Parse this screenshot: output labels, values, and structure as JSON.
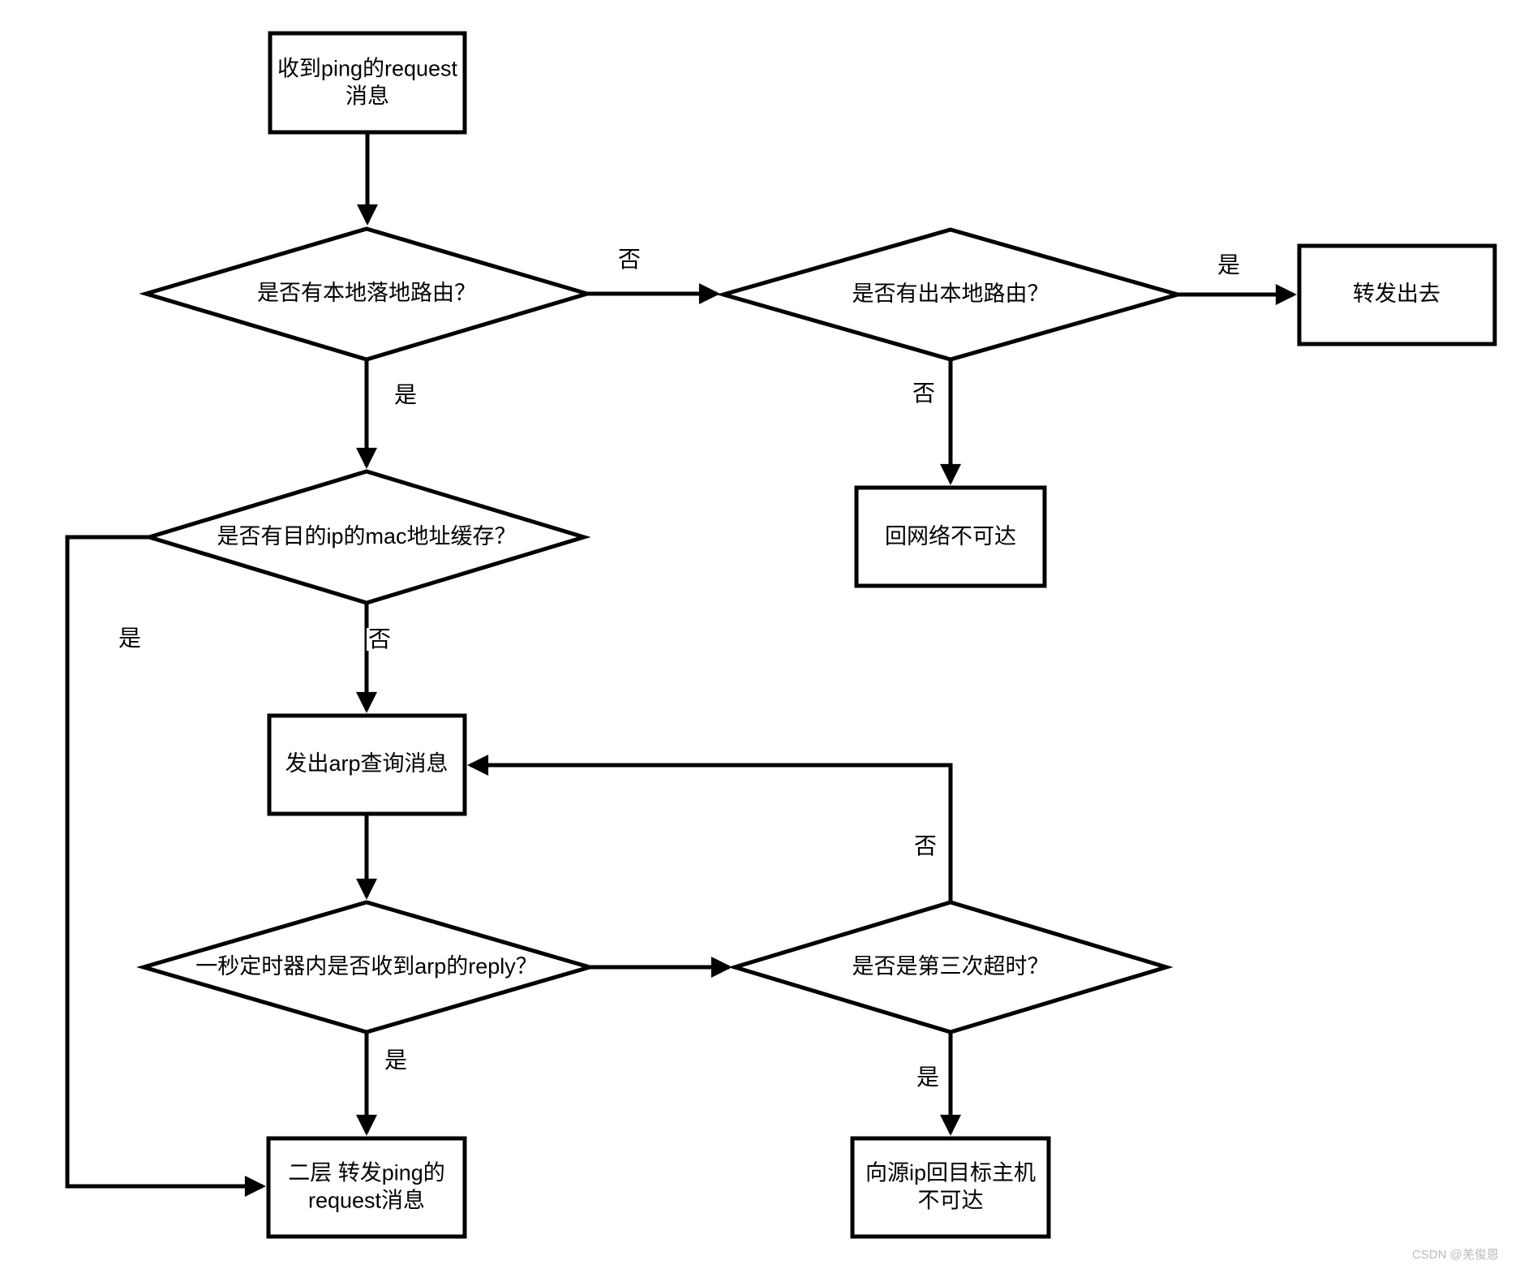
{
  "diagram": {
    "type": "flowchart",
    "language": "zh-CN",
    "colors": {
      "line": "#000000",
      "background": "#ffffff",
      "watermark_text": "#b9b9b9"
    },
    "nodes": [
      {
        "id": "start",
        "type": "process",
        "label": "收到ping的request消息"
      },
      {
        "id": "has_local_route",
        "type": "decision",
        "label": "是否有本地落地路由？"
      },
      {
        "id": "has_out_route",
        "type": "decision",
        "label": "是否有出本地路由？"
      },
      {
        "id": "forward_out",
        "type": "process",
        "label": "转发出去"
      },
      {
        "id": "net_unreachable",
        "type": "process",
        "label": "回网络不可达"
      },
      {
        "id": "has_mac_cache",
        "type": "decision",
        "label": "是否有目的ip的mac地址缓存？"
      },
      {
        "id": "send_arp",
        "type": "process",
        "label": "发出arp查询消息"
      },
      {
        "id": "arp_reply_timer",
        "type": "decision",
        "label": "一秒定时器内是否收到arp的reply？"
      },
      {
        "id": "third_timeout",
        "type": "decision",
        "label": "是否是第三次超时？"
      },
      {
        "id": "l2_forward",
        "type": "process",
        "label": "二层 转发ping的request消息"
      },
      {
        "id": "host_unreachable",
        "type": "process",
        "label": "向源ip回目标主机不可达"
      }
    ],
    "edges": [
      {
        "from": "start",
        "to": "has_local_route",
        "label": ""
      },
      {
        "from": "has_local_route",
        "to": "has_out_route",
        "label": "否"
      },
      {
        "from": "has_local_route",
        "to": "has_mac_cache",
        "label": "是"
      },
      {
        "from": "has_out_route",
        "to": "forward_out",
        "label": "是"
      },
      {
        "from": "has_out_route",
        "to": "net_unreachable",
        "label": "否"
      },
      {
        "from": "has_mac_cache",
        "to": "send_arp",
        "label": "否"
      },
      {
        "from": "has_mac_cache",
        "to": "l2_forward",
        "label": "是"
      },
      {
        "from": "send_arp",
        "to": "arp_reply_timer",
        "label": ""
      },
      {
        "from": "arp_reply_timer",
        "to": "l2_forward",
        "label": "是"
      },
      {
        "from": "arp_reply_timer",
        "to": "third_timeout",
        "label": ""
      },
      {
        "from": "third_timeout",
        "to": "send_arp",
        "label": "否"
      },
      {
        "from": "third_timeout",
        "to": "host_unreachable",
        "label": "是"
      }
    ],
    "watermark": "CSDN @羌俊恩"
  }
}
